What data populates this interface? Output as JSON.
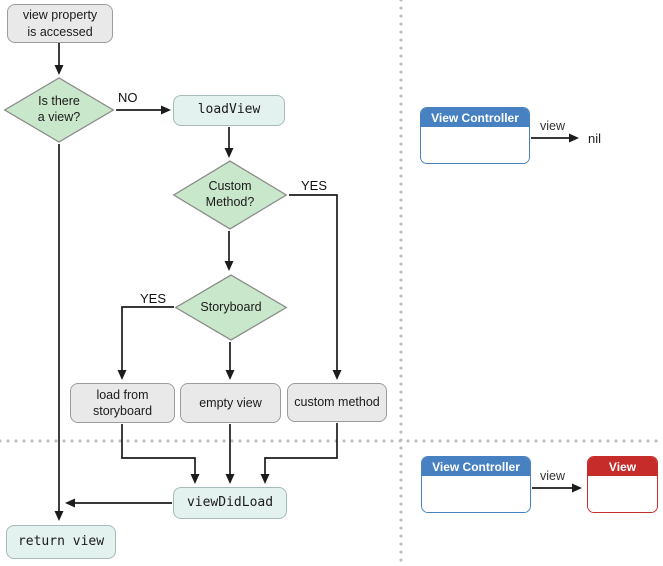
{
  "flow": {
    "start_lines": [
      "view property",
      "is accessed"
    ],
    "diamond_is_view_lines": [
      "Is there",
      "a view?"
    ],
    "label_no": "NO",
    "load_view": "loadView",
    "diamond_custom_lines": [
      "Custom",
      "Method?"
    ],
    "label_yes_custom": "YES",
    "diamond_storyboard": "Storyboard",
    "label_yes_storyboard": "YES",
    "load_from_storyboard_lines": [
      "load from",
      "storyboard"
    ],
    "empty_view": "empty view",
    "custom_method": "custom method",
    "view_did_load": "viewDidLoad",
    "return_view": "return view"
  },
  "uml_top": {
    "class_name": "View Controller",
    "relation_label": "view",
    "target_value": "nil"
  },
  "uml_bottom": {
    "controller_name": "View Controller",
    "relation_label": "view",
    "view_name": "View"
  },
  "colors": {
    "decision_fill": "#c9e7ca",
    "decision_border": "#8c8c8c",
    "process_fill": "#e9e9e9",
    "process_border": "#9c9c9c",
    "code_fill": "#e3f1ef",
    "code_border": "#a6bbba",
    "controller_blue": "#4781c1",
    "view_red": "#c62d2a",
    "line_black": "#1c1c1c",
    "separator_dots": "#bcbcbc"
  }
}
